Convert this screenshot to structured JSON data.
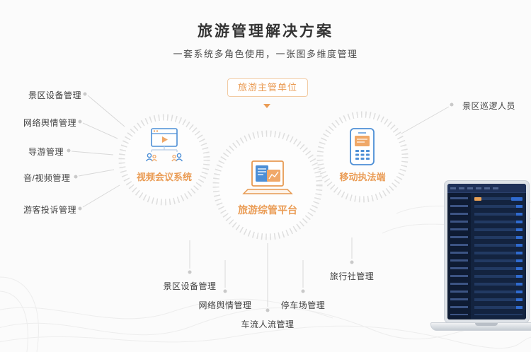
{
  "header": {
    "title": "旅游管理解决方案",
    "subtitle": "一套系统多角色使用，一张图多维度管理"
  },
  "authority": {
    "label": "旅游主管单位"
  },
  "systems": {
    "video_conference": {
      "label": "视频会议系统"
    },
    "platform": {
      "label": "旅游综管平台"
    },
    "mobile_enforcement": {
      "label": "移动执法端"
    }
  },
  "left_items": [
    {
      "label": "景区设备管理"
    },
    {
      "label": "网络舆情管理"
    },
    {
      "label": "导游管理"
    },
    {
      "label": "音/视频管理"
    },
    {
      "label": "游客投诉管理"
    }
  ],
  "right_items": [
    {
      "label": "景区巡逻人员"
    }
  ],
  "bottom_items": [
    {
      "label": "景区设备管理"
    },
    {
      "label": "网络舆情管理"
    },
    {
      "label": "车流人流管理"
    },
    {
      "label": "停车场管理"
    },
    {
      "label": "旅行社管理"
    }
  ],
  "colors": {
    "accent_orange": "#EA9C55",
    "accent_border": "#F2CBA3",
    "icon_blue": "#4D8FD6",
    "icon_orange": "#F0A868",
    "label_text": "#404040",
    "ring_gray": "#DEDEDE",
    "dashboard_bg": "#101F3A"
  }
}
